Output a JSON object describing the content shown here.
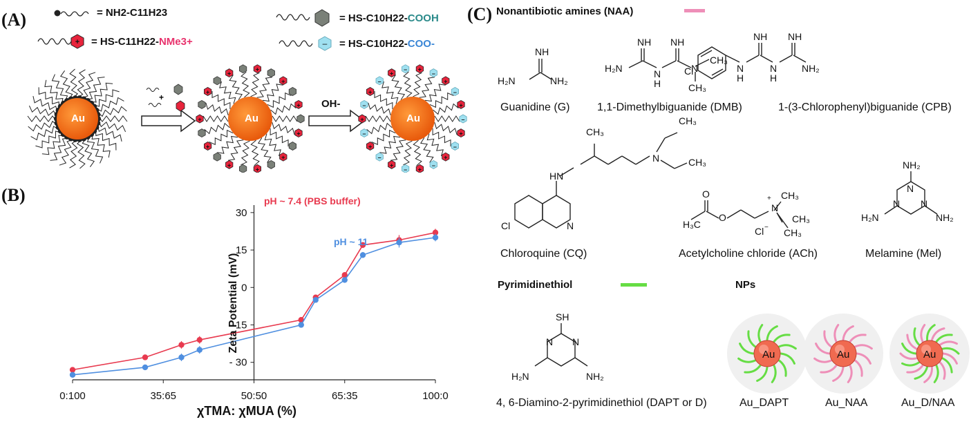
{
  "panelA": {
    "label": "(A)",
    "legend": {
      "amine": "= NH2-C11H23",
      "tma_prefix": "= HS-C11H22-",
      "tma_group": "NMe3+",
      "cooh_prefix": "= HS-C10H22-",
      "cooh_group": "COOH",
      "coo_prefix": "= HS-C10H22-",
      "coo_group": "COO-"
    },
    "core_label": "Au",
    "reagent_label": "OH-"
  },
  "panelB": {
    "label": "(B)",
    "series_labels": {
      "red": "pH ~ 7.4 (PBS buffer)",
      "blue": "pH ~ 11"
    }
  },
  "panelC": {
    "label": "(C)",
    "naa_title": "Nonantibiotic amines (NAA)",
    "molecules": [
      {
        "name": "Guanidine (G)"
      },
      {
        "name": "1,1-Dimethylbiguanide (DMB)"
      },
      {
        "name": "1-(3-Chlorophenyl)biguanide (CPB)"
      },
      {
        "name": "Chloroquine (CQ)"
      },
      {
        "name": "Acetylcholine chloride (ACh)"
      },
      {
        "name": "Melamine (Mel)"
      },
      {
        "name": "4, 6-Diamino-2-pyrimidinethiol (DAPT or D)"
      }
    ],
    "pyr_title": "Pyrimidinethiol",
    "nps_title": "NPs",
    "nps": [
      {
        "core": "Au",
        "name": "Au_DAPT"
      },
      {
        "core": "Au",
        "name": "Au_NAA"
      },
      {
        "core": "Au",
        "name": "Au_D/NAA"
      }
    ],
    "colors": {
      "naa": "#ee8fb8",
      "pyr": "#66dd44"
    }
  },
  "chart_data": {
    "type": "line",
    "xlabel": "χTMA: χMUA (%)",
    "ylabel": "Zeta Potential (mV)",
    "x_ticks": [
      "0:100",
      "35:65",
      "50:50",
      "65:35",
      "100:0"
    ],
    "y_ticks": [
      -30,
      -15,
      0,
      15,
      30
    ],
    "xlim": [
      0,
      100
    ],
    "ylim": [
      -37,
      33
    ],
    "series": [
      {
        "name": "pH ~ 7.4 (PBS buffer)",
        "color": "#e83a4f",
        "x": [
          0,
          20,
          30,
          35,
          63,
          67,
          75,
          80,
          90,
          100
        ],
        "y": [
          -33,
          -28,
          -23,
          -21,
          -13,
          -4,
          5,
          17,
          19,
          22
        ],
        "err": [
          1,
          1,
          1.5,
          1.5,
          1,
          1,
          1,
          1.2,
          2,
          1.5
        ]
      },
      {
        "name": "pH ~ 11",
        "color": "#4f8fe0",
        "x": [
          0,
          20,
          30,
          35,
          63,
          67,
          75,
          80,
          90,
          100
        ],
        "y": [
          -35,
          -32,
          -28,
          -25,
          -15,
          -5,
          3,
          13,
          18,
          20
        ],
        "err": [
          1,
          1,
          1.5,
          1.5,
          1,
          1,
          1,
          1.2,
          2,
          1.5
        ]
      }
    ]
  }
}
